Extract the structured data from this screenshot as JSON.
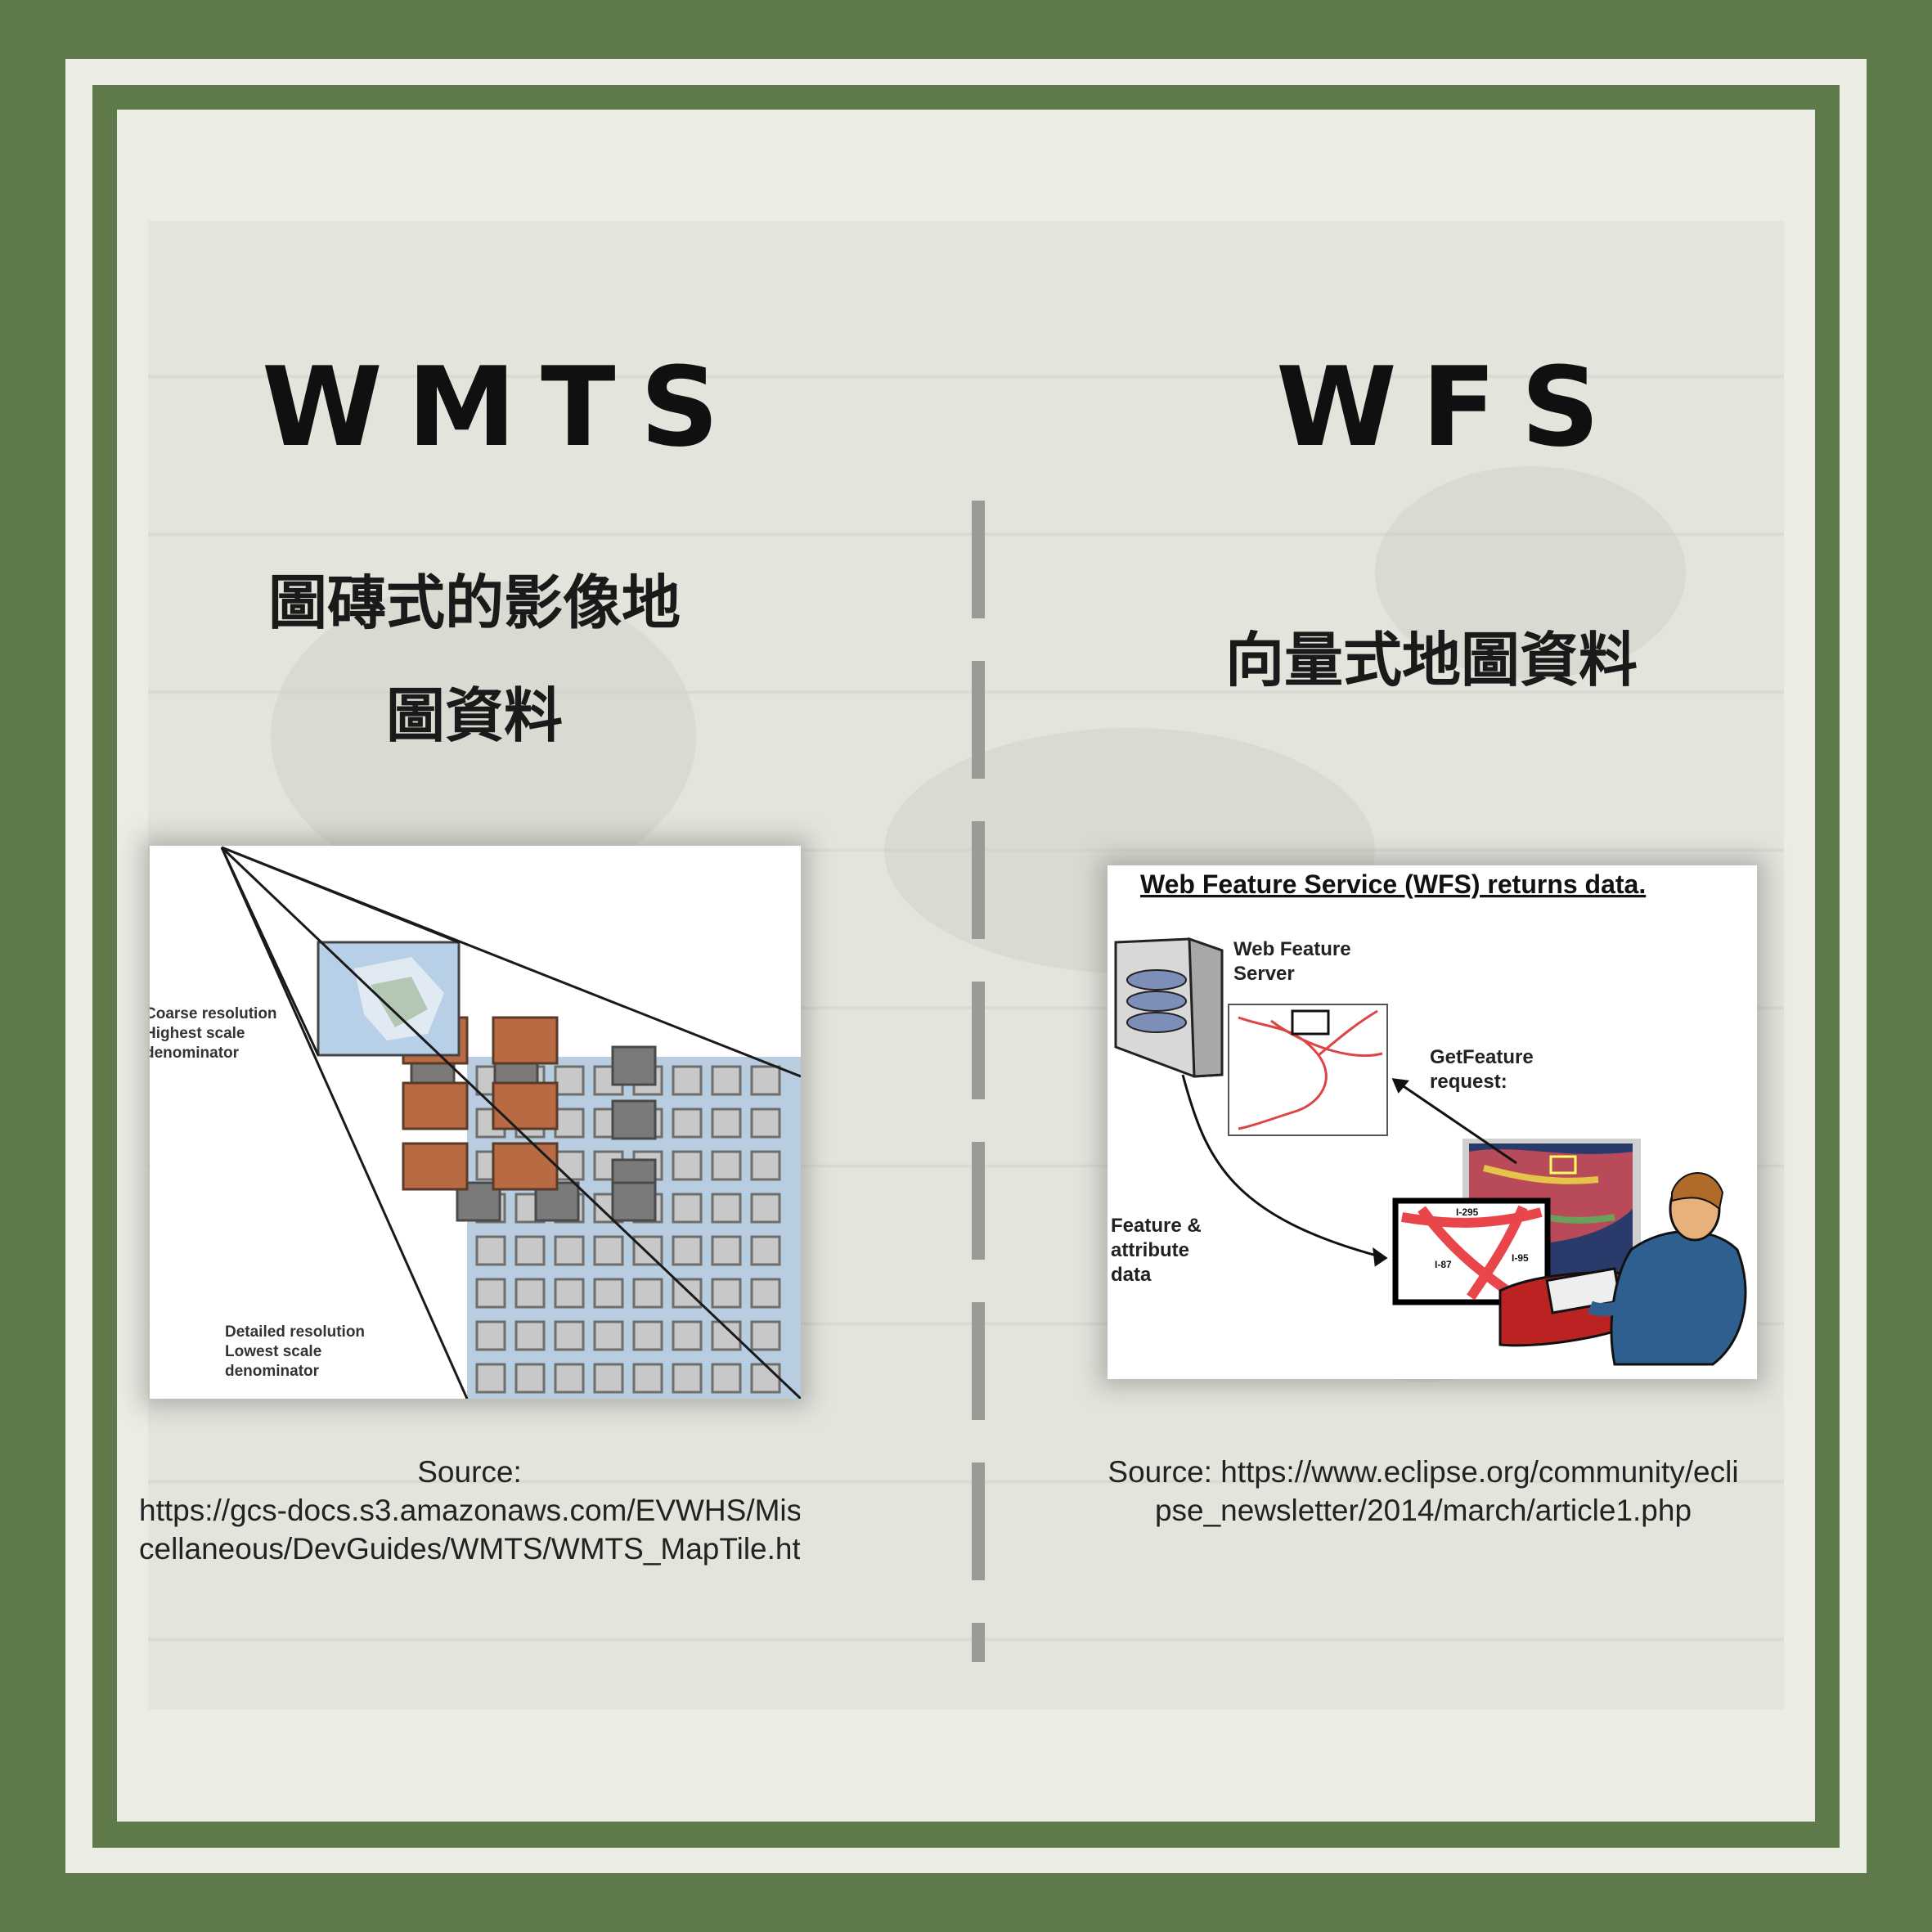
{
  "left": {
    "title": "WMTS",
    "subtitle_line1": "圖磚式的影像地",
    "subtitle_line2": "圖資料",
    "diagram": {
      "label_coarse_1": "Coarse resolution",
      "label_coarse_2": "Highest scale",
      "label_coarse_3": "denominator",
      "label_detail_1": "Detailed resolution",
      "label_detail_2": "Lowest scale",
      "label_detail_3": "denominator"
    },
    "source_line1": "Source:",
    "source_line2": "https://gcs-docs.s3.amazonaws.com/EVWHS/Mis",
    "source_line3": "cellaneous/DevGuides/WMTS/WMTS_MapTile.htm"
  },
  "right": {
    "title": "WFS",
    "subtitle": "向量式地圖資料",
    "diagram": {
      "heading": "Web Feature Service (WFS) returns data.",
      "server_label_1": "Web Feature",
      "server_label_2": "Server",
      "request_label_1": "GetFeature",
      "request_label_2": "request:",
      "feature_label_1": "Feature &",
      "feature_label_2": "attribute",
      "feature_label_3": "data",
      "road_1": "I-295",
      "road_2": "I-87",
      "road_3": "I-95"
    },
    "source_line1": "Source: https://www.eclipse.org/community/ecli",
    "source_line2": "pse_newsletter/2014/march/article1.php"
  }
}
